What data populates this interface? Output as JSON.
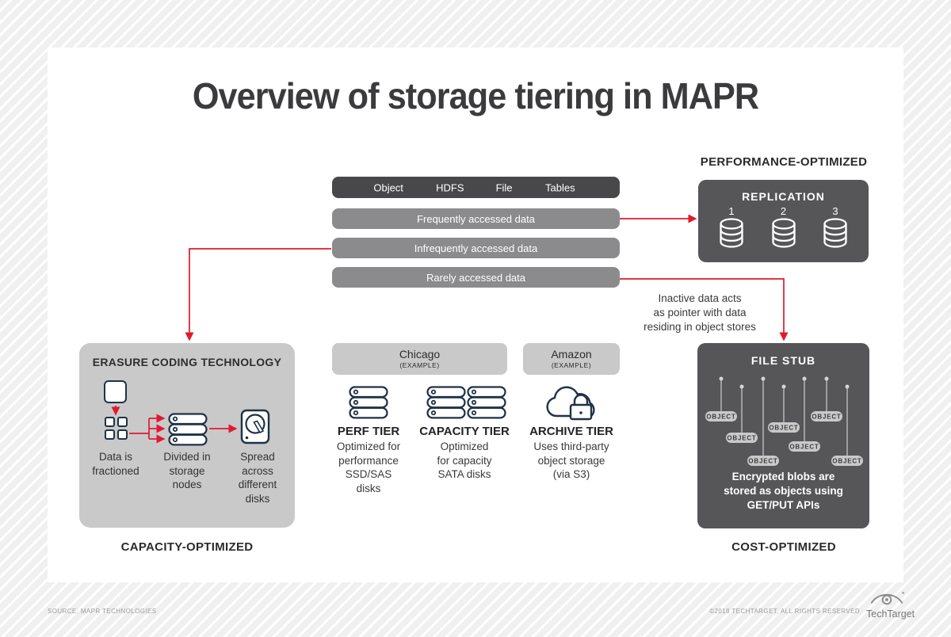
{
  "title": "Overview of storage tiering in MAPR",
  "api_bar": {
    "labels": [
      "Object",
      "HDFS",
      "File",
      "Tables"
    ]
  },
  "bars": [
    {
      "label": "Frequently accessed data"
    },
    {
      "label": "Infrequently accessed data"
    },
    {
      "label": "Rarely accessed data"
    }
  ],
  "performance": {
    "header": "PERFORMANCE-OPTIMIZED",
    "box_title": "REPLICATION",
    "nodes": [
      "1",
      "2",
      "3"
    ]
  },
  "erasure": {
    "title": "ERASURE CODING TECHNOLOGY",
    "steps": [
      "Data is\nfractioned",
      "Divided in\nstorage\nnodes",
      "Spread\nacross\ndifferent\ndisks"
    ],
    "footer": "CAPACITY-OPTIMIZED"
  },
  "pointer_note": "Inactive data acts\nas pointer with data\nresiding in object stores",
  "locations": [
    {
      "name": "Chicago",
      "note": "(EXAMPLE)"
    },
    {
      "name": "Amazon",
      "note": "(EXAMPLE)"
    }
  ],
  "tiers": [
    {
      "name": "PERF TIER",
      "desc": "Optimized for\nperformance\nSSD/SAS\ndisks"
    },
    {
      "name": "CAPACITY TIER",
      "desc": "Optimized\nfor capacity\nSATA disks"
    },
    {
      "name": "ARCHIVE TIER",
      "desc": "Uses third-party\nobject storage\n(via S3)"
    }
  ],
  "file_stub": {
    "title": "FILE STUB",
    "object_label": "OBJECT",
    "caption": "Encrypted blobs are\nstored as objects using\nGET/PUT APIs",
    "footer": "COST-OPTIMIZED"
  },
  "footer": {
    "source": "SOURCE: MAPR TECHNOLOGIES",
    "copyright": "©2018 TECHTARGET, ALL RIGHTS RESERVED",
    "brand": "TechTarget"
  },
  "colors": {
    "red": "#e01a2e",
    "navy": "#203245",
    "dark_box": "#565659",
    "gray_bar": "#8b8b8e",
    "light_box": "#c9c9ca"
  }
}
